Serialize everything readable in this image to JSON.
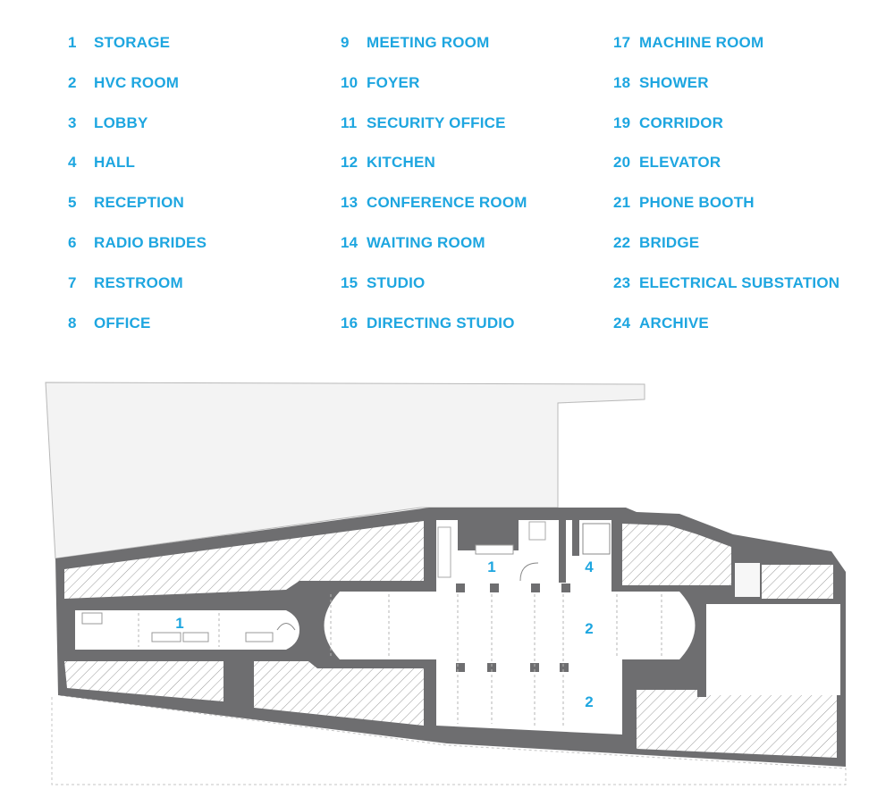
{
  "legend": {
    "columns": [
      [
        {
          "num": "1",
          "label": "STORAGE"
        },
        {
          "num": "2",
          "label": "HVC ROOM"
        },
        {
          "num": "3",
          "label": "LOBBY"
        },
        {
          "num": "4",
          "label": "HALL"
        },
        {
          "num": "5",
          "label": "RECEPTION"
        },
        {
          "num": "6",
          "label": "RADIO BRIDES"
        },
        {
          "num": "7",
          "label": "RESTROOM"
        },
        {
          "num": "8",
          "label": "OFFICE"
        }
      ],
      [
        {
          "num": "9",
          "label": "MEETING ROOM"
        },
        {
          "num": "10",
          "label": "FOYER"
        },
        {
          "num": "11",
          "label": "SECURITY OFFICE"
        },
        {
          "num": "12",
          "label": "KITCHEN"
        },
        {
          "num": "13",
          "label": "CONFERENCE ROOM"
        },
        {
          "num": "14",
          "label": "WAITING ROOM"
        },
        {
          "num": "15",
          "label": "STUDIO"
        },
        {
          "num": "16",
          "label": "DIRECTING STUDIO"
        }
      ],
      [
        {
          "num": "17",
          "label": "MACHINE ROOM"
        },
        {
          "num": "18",
          "label": "SHOWER"
        },
        {
          "num": "19",
          "label": "CORRIDOR"
        },
        {
          "num": "20",
          "label": "ELEVATOR"
        },
        {
          "num": "21",
          "label": "PHONE BOOTH"
        },
        {
          "num": "22",
          "label": "BRIDGE"
        },
        {
          "num": "23",
          "label": "ELECTRICAL SUBSTATION"
        },
        {
          "num": "24",
          "label": "ARCHIVE"
        }
      ]
    ]
  },
  "plan": {
    "room_labels": [
      "1",
      "1",
      "4",
      "2",
      "2"
    ],
    "colors": {
      "accent": "#1ea6e0",
      "wall": "#6e6e70",
      "site": "#f3f3f3",
      "hatch": "#9a9a9a"
    }
  }
}
